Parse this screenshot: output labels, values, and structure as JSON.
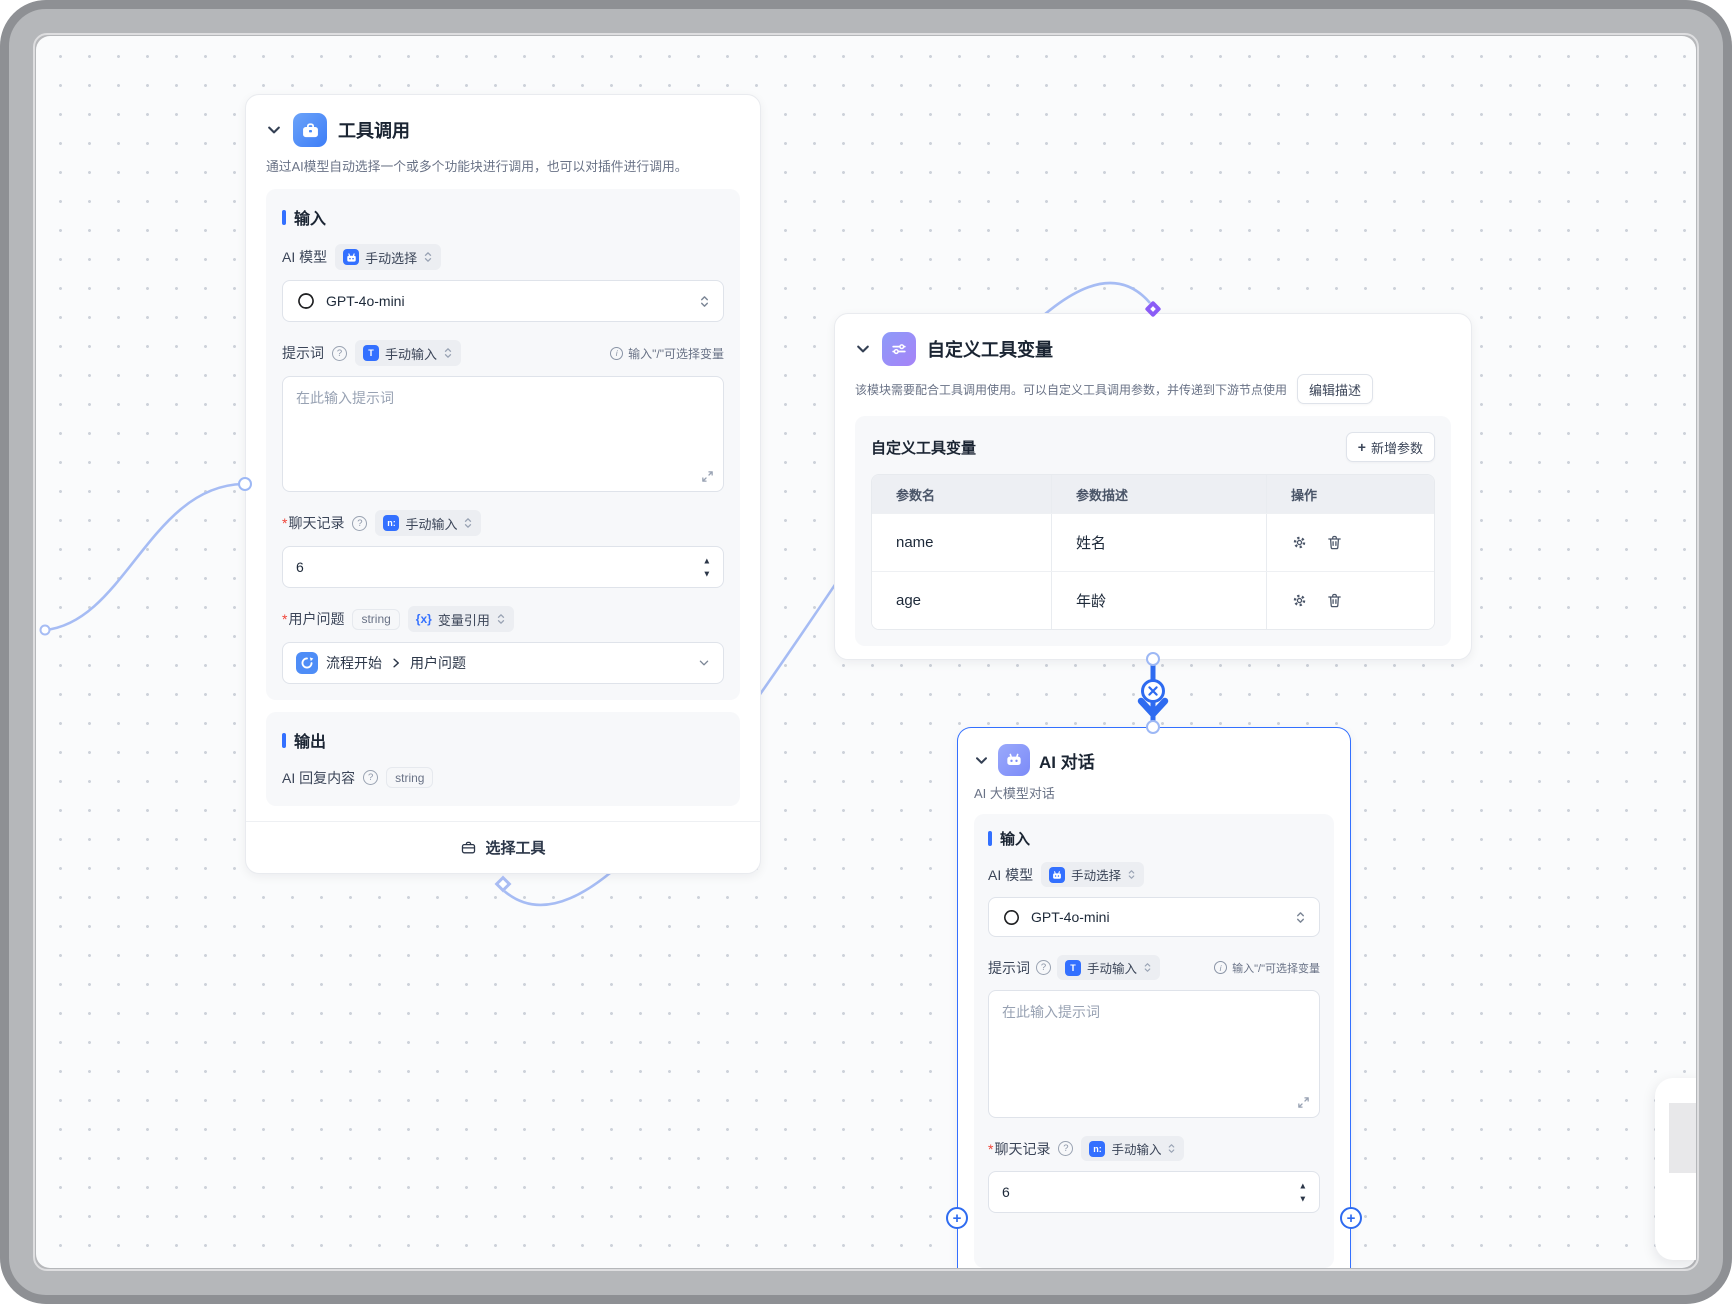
{
  "colors": {
    "primary": "#3370ff",
    "selected_node_border": "#3370ff",
    "connector_blue": "#2e6bf0",
    "edge_light_blue": "#a6bcf4",
    "tool_handle_purple": "#8b5cf6"
  },
  "glyphs": {
    "var_ref": "{x}",
    "text_input": "T",
    "num_input": "n:",
    "plus": "+",
    "close": "×",
    "spin_up": "▲",
    "spin_down": "▼"
  },
  "node_tool_call": {
    "title": "工具调用",
    "description": "通过AI模型自动选择一个或多个功能块进行调用，也可以对插件进行调用。",
    "input_section": "输入",
    "ai_model_label": "AI 模型",
    "manual_select_chip": "手动选择",
    "model_value": "GPT-4o-mini",
    "prompt_label": "提示词",
    "manual_input_chip": "手动输入",
    "slash_hint": "输入\"/\"可选择变量",
    "prompt_placeholder": "在此输入提示词",
    "chat_history_label": "聊天记录",
    "chat_history_value": "6",
    "user_question_label": "用户问题",
    "string_type": "string",
    "variable_ref_chip": "变量引用",
    "variable_source": "流程开始",
    "variable_field": "用户问题",
    "output_section": "输出",
    "ai_reply_label": "AI 回复内容",
    "output_type": "string",
    "select_tool_button": "选择工具"
  },
  "node_custom_vars": {
    "title": "自定义工具变量",
    "description": "该模块需要配合工具调用使用。可以自定义工具调用参数，并传递到下游节点使用",
    "edit_description_button": "编辑描述",
    "panel_title": "自定义工具变量",
    "add_param_button": "新增参数",
    "table_headers": [
      "参数名",
      "参数描述",
      "操作"
    ],
    "rows": [
      {
        "param": "name",
        "desc": "姓名"
      },
      {
        "param": "age",
        "desc": "年龄"
      }
    ]
  },
  "node_ai_chat": {
    "title": "AI 对话",
    "subtitle": "AI 大模型对话",
    "input_section": "输入",
    "ai_model_label": "AI 模型",
    "manual_select_chip": "手动选择",
    "model_value": "GPT-4o-mini",
    "prompt_label": "提示词",
    "manual_input_chip": "手动输入",
    "slash_hint": "输入\"/\"可选择变量",
    "prompt_placeholder": "在此输入提示词",
    "chat_history_label": "聊天记录",
    "chat_history_value": "6"
  }
}
